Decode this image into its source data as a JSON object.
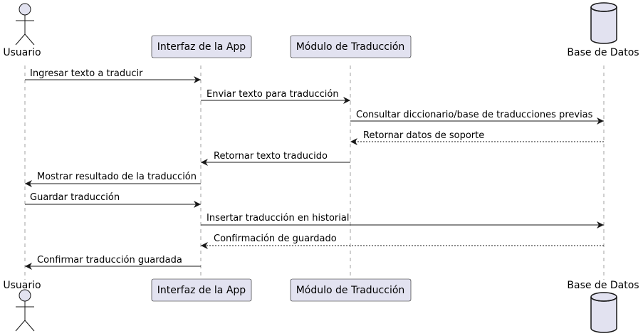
{
  "colors": {
    "participant_fill": "#E2E2F0",
    "participant_stroke": "#181818",
    "lifeline": "#A0A0A0",
    "arrow": "#181818"
  },
  "participants": [
    {
      "id": "usuario",
      "label": "Usuario",
      "kind": "actor",
      "icon": "actor-stick-figure-icon"
    },
    {
      "id": "interfaz",
      "label": "Interfaz de la App",
      "kind": "participant"
    },
    {
      "id": "modulo",
      "label": "Módulo de Traducción",
      "kind": "participant"
    },
    {
      "id": "bd",
      "label": "Base de Datos",
      "kind": "database",
      "icon": "database-cylinder-icon"
    }
  ],
  "messages": [
    {
      "from": "usuario",
      "to": "interfaz",
      "label": "Ingresar texto a traducir",
      "style": "solid"
    },
    {
      "from": "interfaz",
      "to": "modulo",
      "label": "Enviar texto para traducción",
      "style": "solid"
    },
    {
      "from": "modulo",
      "to": "bd",
      "label": "Consultar diccionario/base de traducciones previas",
      "style": "solid"
    },
    {
      "from": "bd",
      "to": "modulo",
      "label": "Retornar datos de soporte",
      "style": "dashed"
    },
    {
      "from": "modulo",
      "to": "interfaz",
      "label": "Retornar texto traducido",
      "style": "solid"
    },
    {
      "from": "interfaz",
      "to": "usuario",
      "label": "Mostrar resultado de la traducción",
      "style": "solid"
    },
    {
      "from": "usuario",
      "to": "interfaz",
      "label": "Guardar traducción",
      "style": "solid"
    },
    {
      "from": "interfaz",
      "to": "bd",
      "label": "Insertar traducción en historial",
      "style": "solid"
    },
    {
      "from": "bd",
      "to": "interfaz",
      "label": "Confirmación de guardado",
      "style": "dashed"
    },
    {
      "from": "interfaz",
      "to": "usuario",
      "label": "Confirmar traducción guardada",
      "style": "solid"
    }
  ]
}
